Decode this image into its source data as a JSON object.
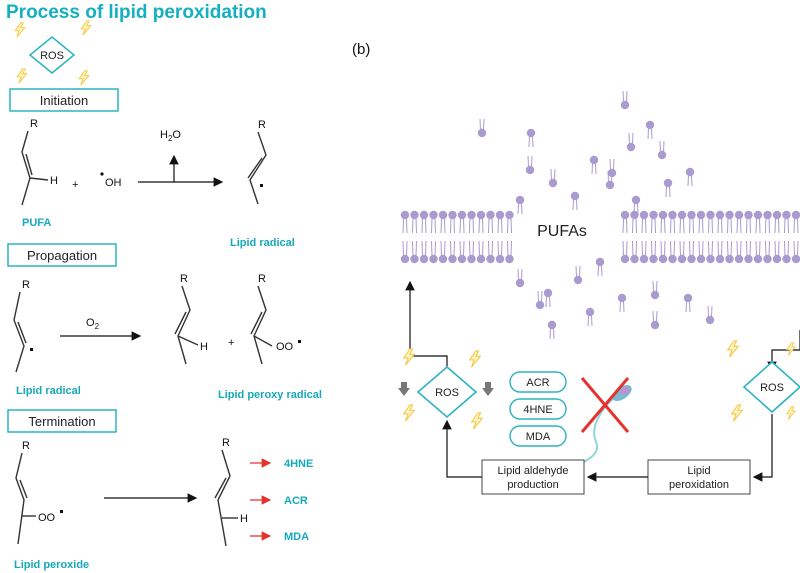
{
  "panel_a": {
    "title": "Process of lipid peroxidation",
    "ros": "ROS",
    "initiation": {
      "label": "Initiation",
      "reactant_label": "PUFA",
      "r": "R",
      "h": "H",
      "plus": "+",
      "hydroxyl": "OH",
      "water": "H",
      "water_sub": "2",
      "water_o": "O",
      "product_label": "Lipid radical"
    },
    "propagation": {
      "label": "Propagation",
      "reactant_label": "Lipid radical",
      "r": "R",
      "oxygen": "O",
      "oxygen_sub": "2",
      "h": "H",
      "plus": "+",
      "peroxy": "OO",
      "product_label": "Lipid peroxy radical"
    },
    "termination": {
      "label": "Termination",
      "reactant_label": "Lipid peroxide",
      "r": "R",
      "peroxy": "OO",
      "h": "H",
      "products": [
        "4HNE",
        "ACR",
        "MDA"
      ]
    }
  },
  "panel_b": {
    "label": "(b)",
    "membrane_label": "PUFAs",
    "ros_left": "ROS",
    "ros_right": "ROS",
    "products": [
      "ACR",
      "4HNE",
      "MDA"
    ],
    "lipid_peroxidation": [
      "Lipid",
      "peroxidation"
    ],
    "aldehyde_production": [
      "Lipid aldehyde",
      "production"
    ]
  },
  "colors": {
    "teal": "#16a9ba",
    "box_border": "#2bb3c0",
    "membrane": "#a99bd0",
    "lightning": "#f5c842",
    "red": "#e5322d"
  }
}
